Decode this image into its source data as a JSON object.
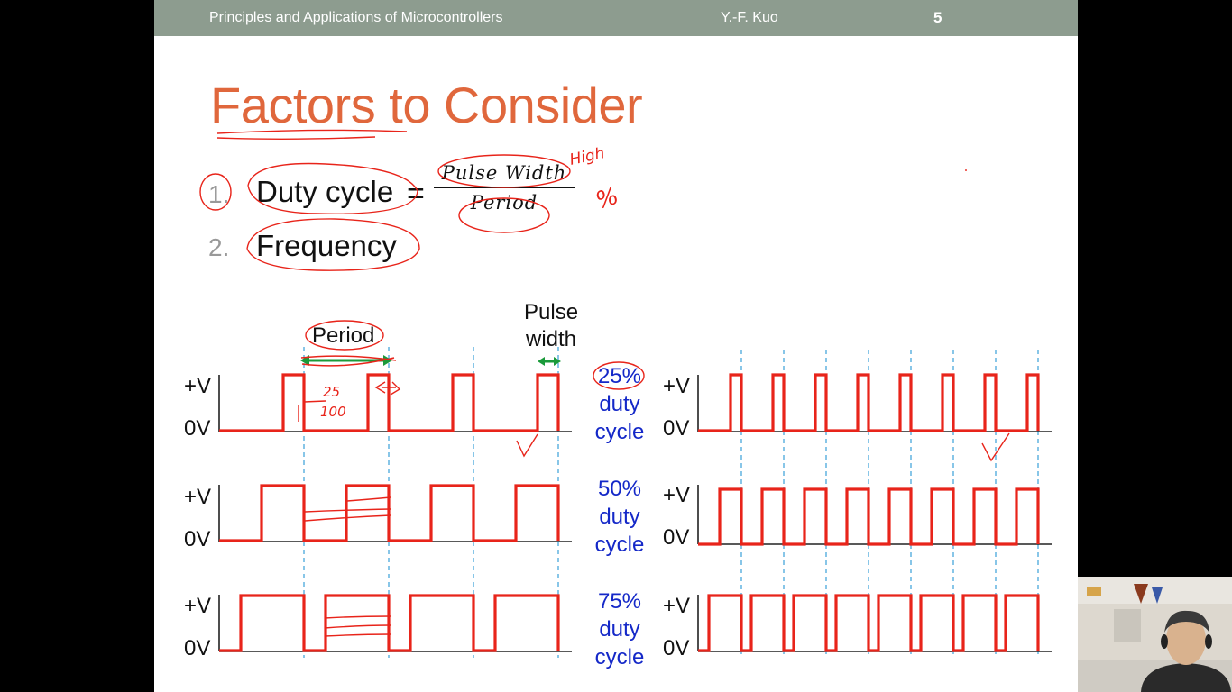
{
  "header": {
    "course": "Principles and Applications of Microcontrollers",
    "author": "Y.-F. Kuo",
    "page": "5"
  },
  "title": "Factors to Consider",
  "list": [
    {
      "num": "1.",
      "text": "Duty cycle"
    },
    {
      "num": "2.",
      "text": "Frequency"
    }
  ],
  "formula": {
    "equals": "=",
    "numerator": "Pulse Width",
    "denominator": "Period"
  },
  "labels": {
    "period": "Period",
    "pulse_width_line1": "Pulse",
    "pulse_width_line2": "width"
  },
  "voltage": {
    "high": "+V",
    "low": "0V"
  },
  "captions": [
    {
      "pct": "25%",
      "line2": "duty",
      "line3": "cycle"
    },
    {
      "pct": "50%",
      "line2": "duty",
      "line3": "cycle"
    },
    {
      "pct": "75%",
      "line2": "duty",
      "line3": "cycle"
    }
  ],
  "annotations": {
    "high": "High",
    "percent": "%",
    "fraction_num": "25",
    "fraction_den": "100"
  },
  "colors": {
    "title": "#e0673c",
    "wave": "#e8241a",
    "caption": "#1428c8",
    "guide": "#3aa0d8",
    "header": "#8d9c8f",
    "arrow": "#1a9a3a"
  }
}
